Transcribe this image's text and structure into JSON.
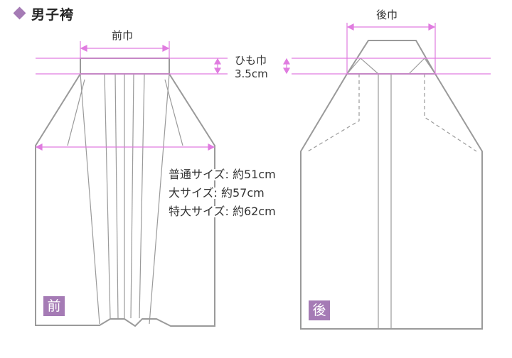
{
  "title": "男子袴",
  "labels": {
    "front_width": "前巾",
    "back_width": "後巾",
    "himo_width": "ひも巾",
    "himo_value": "3.5cm",
    "front_badge": "前",
    "back_badge": "後"
  },
  "sizes": [
    "普通サイズ: 約51cm",
    "大サイズ: 約57cm",
    "特大サイズ: 約62cm"
  ],
  "colors": {
    "accent": "#a57bb5",
    "dimension": "#e07ce0",
    "outline": "#9a9a9a"
  }
}
